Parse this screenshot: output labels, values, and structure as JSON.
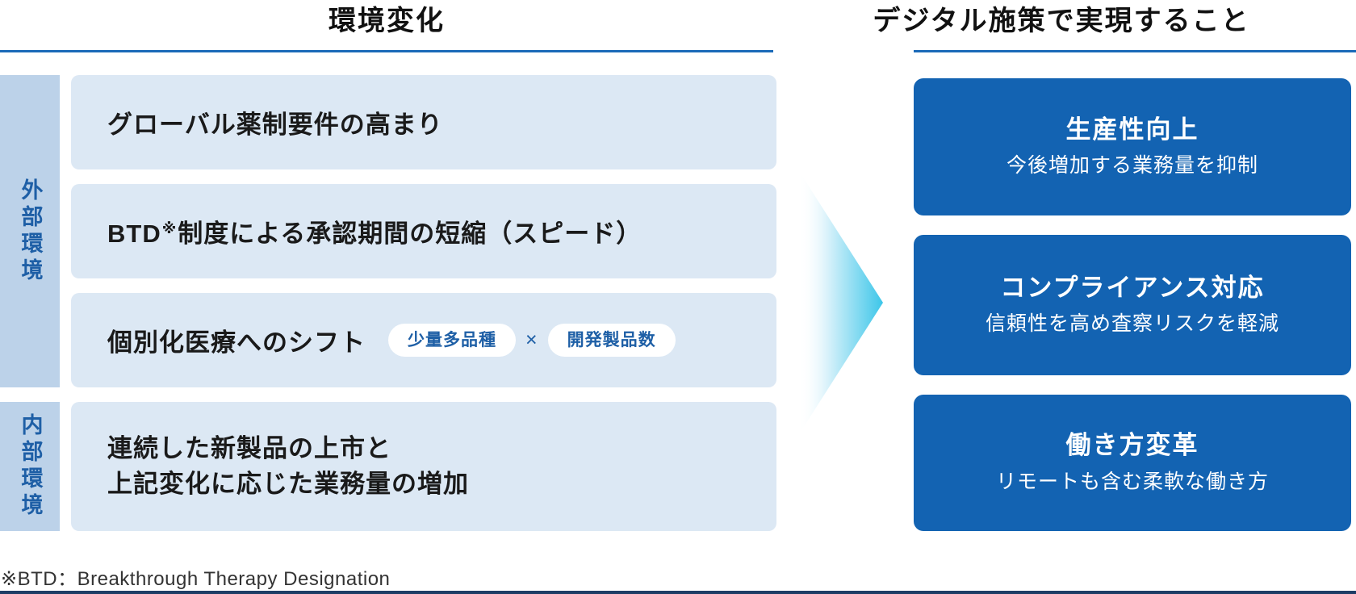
{
  "left_panel": {
    "title": "環境変化",
    "sidebars": [
      {
        "label": "外部環境"
      },
      {
        "label": "内部環境"
      }
    ],
    "rows": [
      {
        "text": "グローバル薬制要件の高まり"
      },
      {
        "pre": "BTD",
        "sup": "※",
        "post": "制度による承認期間の短縮（スピード）"
      },
      {
        "text": "個別化医療へのシフト",
        "badges": [
          "少量多品種",
          "開発製品数"
        ],
        "badge_separator": "×"
      },
      {
        "lines": [
          "連続した新製品の上市と",
          "上記変化に応じた業務量の増加"
        ]
      }
    ]
  },
  "right_panel": {
    "title": "デジタル施策で実現すること",
    "cards": [
      {
        "title": "生産性向上",
        "subtitle": "今後増加する業務量を抑制"
      },
      {
        "title": "コンプライアンス対応",
        "subtitle": "信頼性を高め査察リスクを軽減"
      },
      {
        "title": "働き方変革",
        "subtitle": "リモートも含む柔軟な働き方"
      }
    ]
  },
  "footnote": "※BTD：Breakthrough Therapy Designation",
  "colors": {
    "card_blue": "#1363b2",
    "light_box_blue": "#dce8f4",
    "sidebar_blue": "#bcd2e9",
    "text_blue": "#1e5fa6",
    "underline_blue": "#1b6ab8",
    "arrow_cyan": "#3cc6e9",
    "bottom_bar_navy": "#1e3d66"
  }
}
